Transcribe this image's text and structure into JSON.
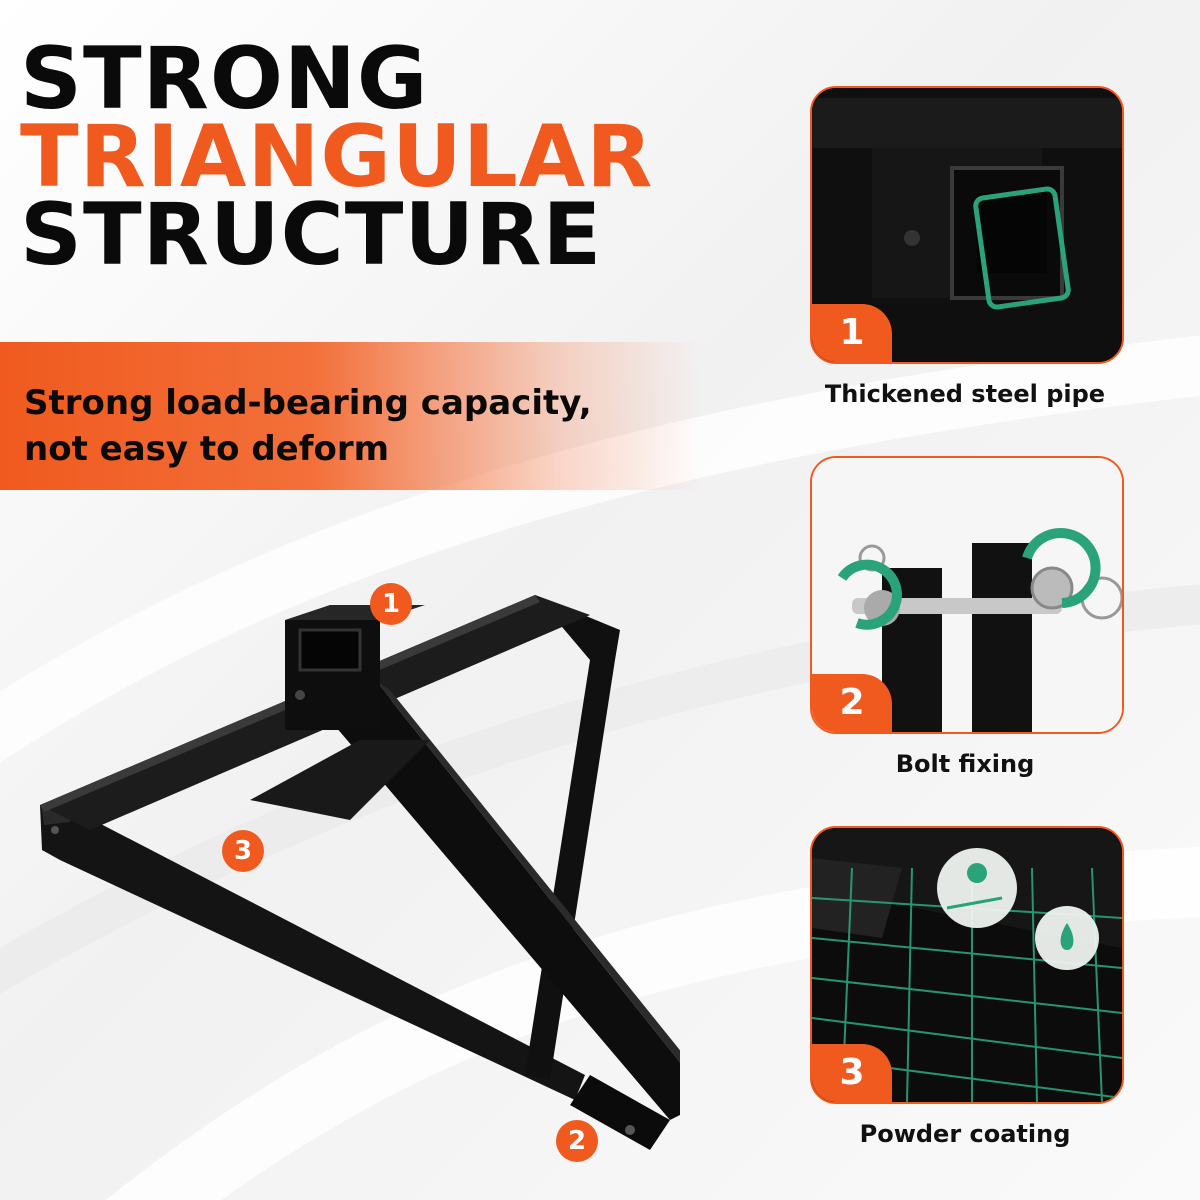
{
  "headline": {
    "line1": "STRONG",
    "line2": "TRIANGULAR",
    "line3": "STRUCTURE"
  },
  "tagline": {
    "line1": "Strong load-bearing capacity,",
    "line2": "not easy to deform"
  },
  "callouts": [
    "1",
    "2",
    "3"
  ],
  "features": [
    {
      "number": "1",
      "caption": "Thickened steel pipe"
    },
    {
      "number": "2",
      "caption": "Bolt fixing"
    },
    {
      "number": "3",
      "caption": "Powder coating"
    }
  ],
  "colors": {
    "accent": "#f05a1e",
    "text": "#0a0a0a",
    "steel": "#101010",
    "highlight_green": "#2aa37a"
  },
  "icons": [
    "sun-uv-icon",
    "water-drop-icon",
    "rotation-arrow-icon"
  ]
}
